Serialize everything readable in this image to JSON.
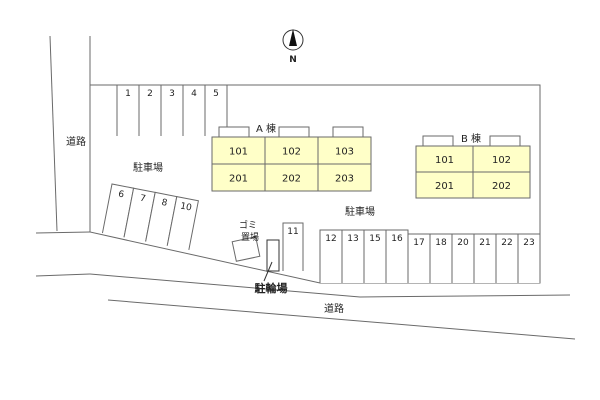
{
  "compass": {
    "label": "N"
  },
  "roads": {
    "left_label": "道路",
    "bottom_label": "道路"
  },
  "lot": {
    "upper_parking_label": "駐車場",
    "right_parking_label": "駐車場",
    "garbage_label": [
      "ゴミ",
      "置場"
    ],
    "bicycle_label": "駐輪場"
  },
  "parking_spaces": {
    "top_row": [
      "1",
      "2",
      "3",
      "4",
      "5"
    ],
    "angled_row": [
      "6",
      "7",
      "8",
      "10"
    ],
    "single": [
      "11"
    ],
    "bottom_row_a": [
      "12",
      "13",
      "15",
      "16"
    ],
    "bottom_row_b": [
      "17",
      "18",
      "20",
      "21",
      "22",
      "23"
    ]
  },
  "buildings": [
    {
      "name": "A 棟",
      "units": [
        "101",
        "102",
        "103",
        "201",
        "202",
        "203"
      ]
    },
    {
      "name": "B 棟",
      "units": [
        "101",
        "102",
        "201",
        "202"
      ]
    }
  ],
  "colors": {
    "building_fill": "#ffffc8",
    "line": "#6a6a6a",
    "lot_fill": "#ffffff",
    "background": "#ffffff"
  }
}
